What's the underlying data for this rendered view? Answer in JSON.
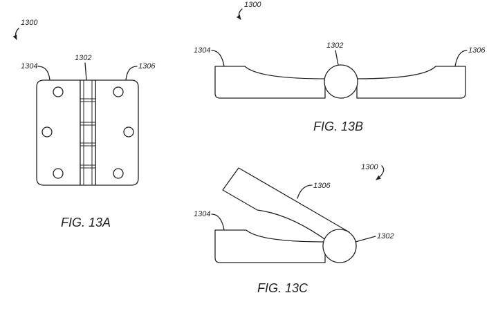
{
  "figure_a": {
    "assembly_ref": "1300",
    "pin_ref": "1302",
    "left_leaf_ref": "1304",
    "right_leaf_ref": "1306",
    "caption": "FIG. 13A"
  },
  "figure_b": {
    "assembly_ref": "1300",
    "pin_ref": "1302",
    "left_leaf_ref": "1304",
    "right_leaf_ref": "1306",
    "caption": "FIG. 13B"
  },
  "figure_c": {
    "assembly_ref": "1300",
    "pin_ref": "1302",
    "left_leaf_ref": "1304",
    "right_leaf_ref": "1306",
    "caption": "FIG. 13C"
  }
}
